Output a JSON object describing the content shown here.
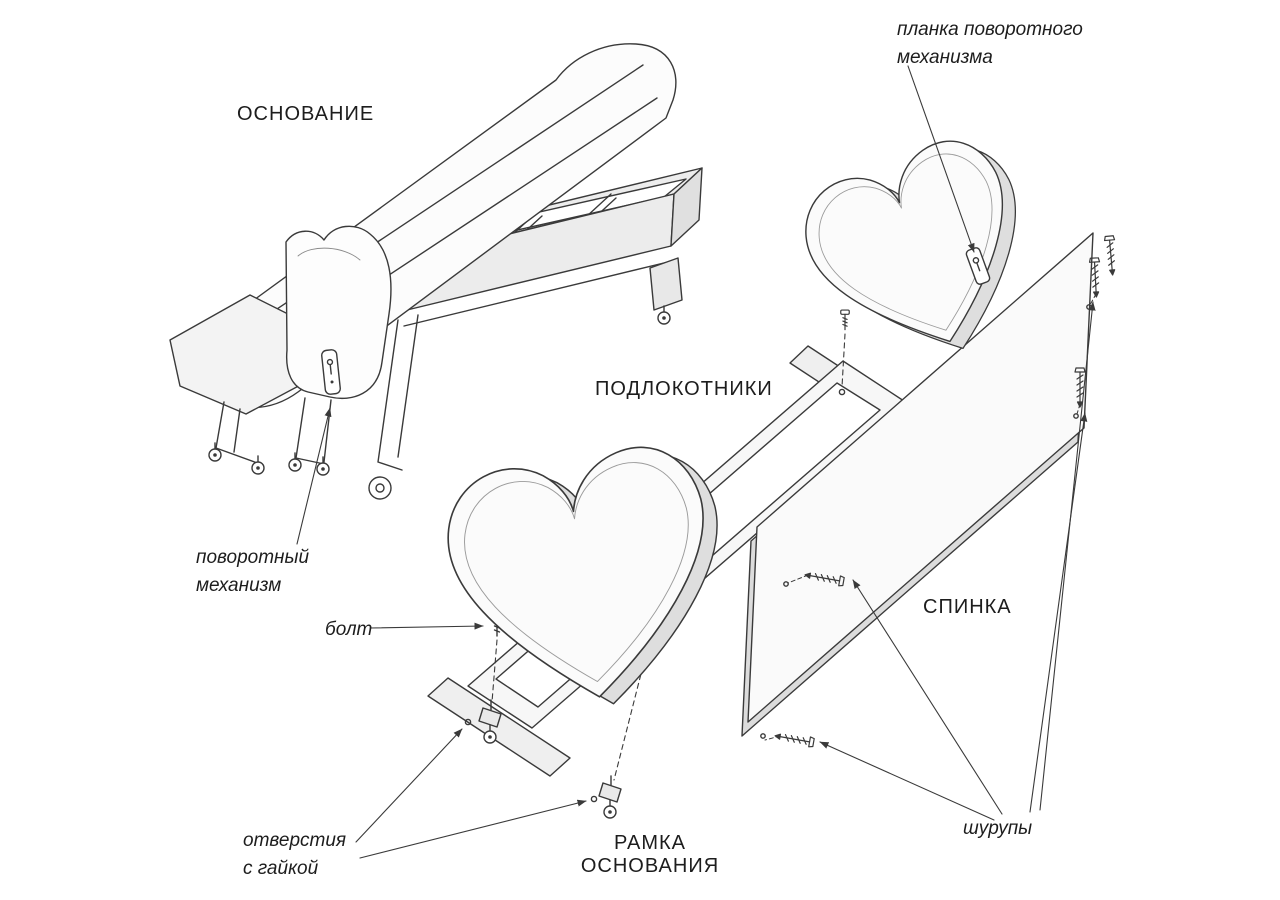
{
  "labels": {
    "base": "ОСНОВАНИЕ",
    "pivot_plank": "планка поворотного\nмеханизма",
    "armrests": "ПОДЛОКОТНИКИ",
    "pivot_mechanism": "поворотный\nмеханизм",
    "bolt": "болт",
    "back": "СПИНКА",
    "holes_with_nut": "отверстия\nс гайкой",
    "base_frame": "РАМКА\nОСНОВАНИЯ",
    "screws": "шурупы"
  },
  "colors": {
    "line": "#3a3a3a",
    "text": "#1d1d1d",
    "background": "#ffffff",
    "shade_light": "#efefef",
    "shade_dark": "#dedede"
  }
}
